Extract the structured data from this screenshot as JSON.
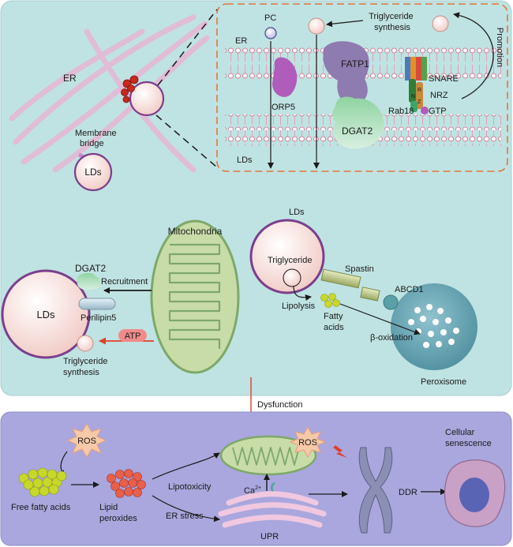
{
  "top": {
    "er_left": "ER",
    "membrane_bridge": "Membrane\nbridge",
    "lds_small": "LDs",
    "zoom": {
      "pc": "PC",
      "er": "ER",
      "tg_synthesis": "Triglyceride\nsynthesis",
      "promotion": "Promotion",
      "fatp1": "FATP1",
      "orp5": "ORP5",
      "snare": "SNARE",
      "nrz": "NRZ",
      "n": "N",
      "r": "R",
      "z": "Z",
      "rab18": "Rab18",
      "gtp": "GTP",
      "dgat2": "DGAT2",
      "lds": "LDs"
    }
  },
  "middle": {
    "mitochondria": "Mitochondria",
    "lds_big": "LDs",
    "dgat2": "DGAT2",
    "recruitment": "Recruitment",
    "perilipin5": "Perilipin5",
    "atp": "ATP",
    "tg_synthesis": "Triglyceride\nsynthesis",
    "lds_right": "LDs",
    "triglyceride": "Triglyceride",
    "spastin": "Spastin",
    "abcd1": "ABCD1",
    "lipolysis": "Lipolysis",
    "fatty_acids": "Fatty\nacids",
    "beta_oxidation": "β-oxidation",
    "peroxisome": "Peroxisome"
  },
  "dysfunction": "Dysfunction",
  "bottom": {
    "ros_left": "ROS",
    "free_fatty_acids": "Free fatty acids",
    "lipid_peroxides": "Lipid\nperoxides",
    "lipotoxicity": "Lipotoxicity",
    "er_stress": "ER stress",
    "ros_right": "ROS",
    "ca": "Ca",
    "upr": "UPR",
    "ddr": "DDR",
    "cellular_senescence": "Cellular\nsenescence"
  },
  "colors": {
    "top_bg": "#bfe3e2",
    "bottom_bg": "#a9a7dd",
    "ld_outline": "#7b3f8c",
    "mito_fill": "#c8dca8",
    "peroxisome": "#5d9aa8",
    "ros_fill": "#f6c9a8",
    "red_arrow": "#e0402a"
  },
  "icons": [
    "ros-burst-icon",
    "lightning-icon",
    "chromosome-icon",
    "senescent-cell-icon"
  ]
}
